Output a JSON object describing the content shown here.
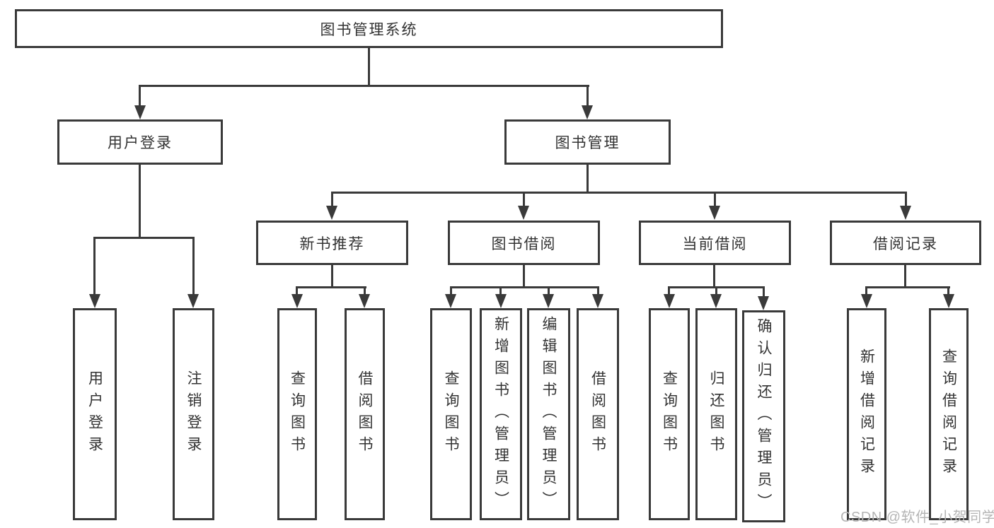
{
  "diagram": {
    "title": "图书管理系统",
    "branches": [
      {
        "label": "用户登录",
        "children": [
          {
            "label": "用户登录"
          },
          {
            "label": "注销登录"
          }
        ]
      },
      {
        "label": "图书管理",
        "children": [
          {
            "label": "新书推荐",
            "children": [
              {
                "label": "查询图书"
              },
              {
                "label": "借阅图书"
              }
            ]
          },
          {
            "label": "图书借阅",
            "children": [
              {
                "label": "查询图书"
              },
              {
                "label": "新增图书（管理员）"
              },
              {
                "label": "编辑图书（管理员）"
              },
              {
                "label": "借阅图书"
              }
            ]
          },
          {
            "label": "当前借阅",
            "children": [
              {
                "label": "查询图书"
              },
              {
                "label": "归还图书"
              },
              {
                "label": "确认归还（管理员）"
              }
            ]
          },
          {
            "label": "借阅记录",
            "children": [
              {
                "label": "新增借阅记录"
              },
              {
                "label": "查询借阅记录"
              }
            ]
          }
        ]
      }
    ]
  },
  "watermark": {
    "text": "CSDN @软件_小贺同学"
  },
  "colors": {
    "line": "#3a3a3a",
    "text": "#333333",
    "box_background": "#ffffff",
    "page_background": "#ffffff",
    "watermark": "#b5b5b5"
  }
}
